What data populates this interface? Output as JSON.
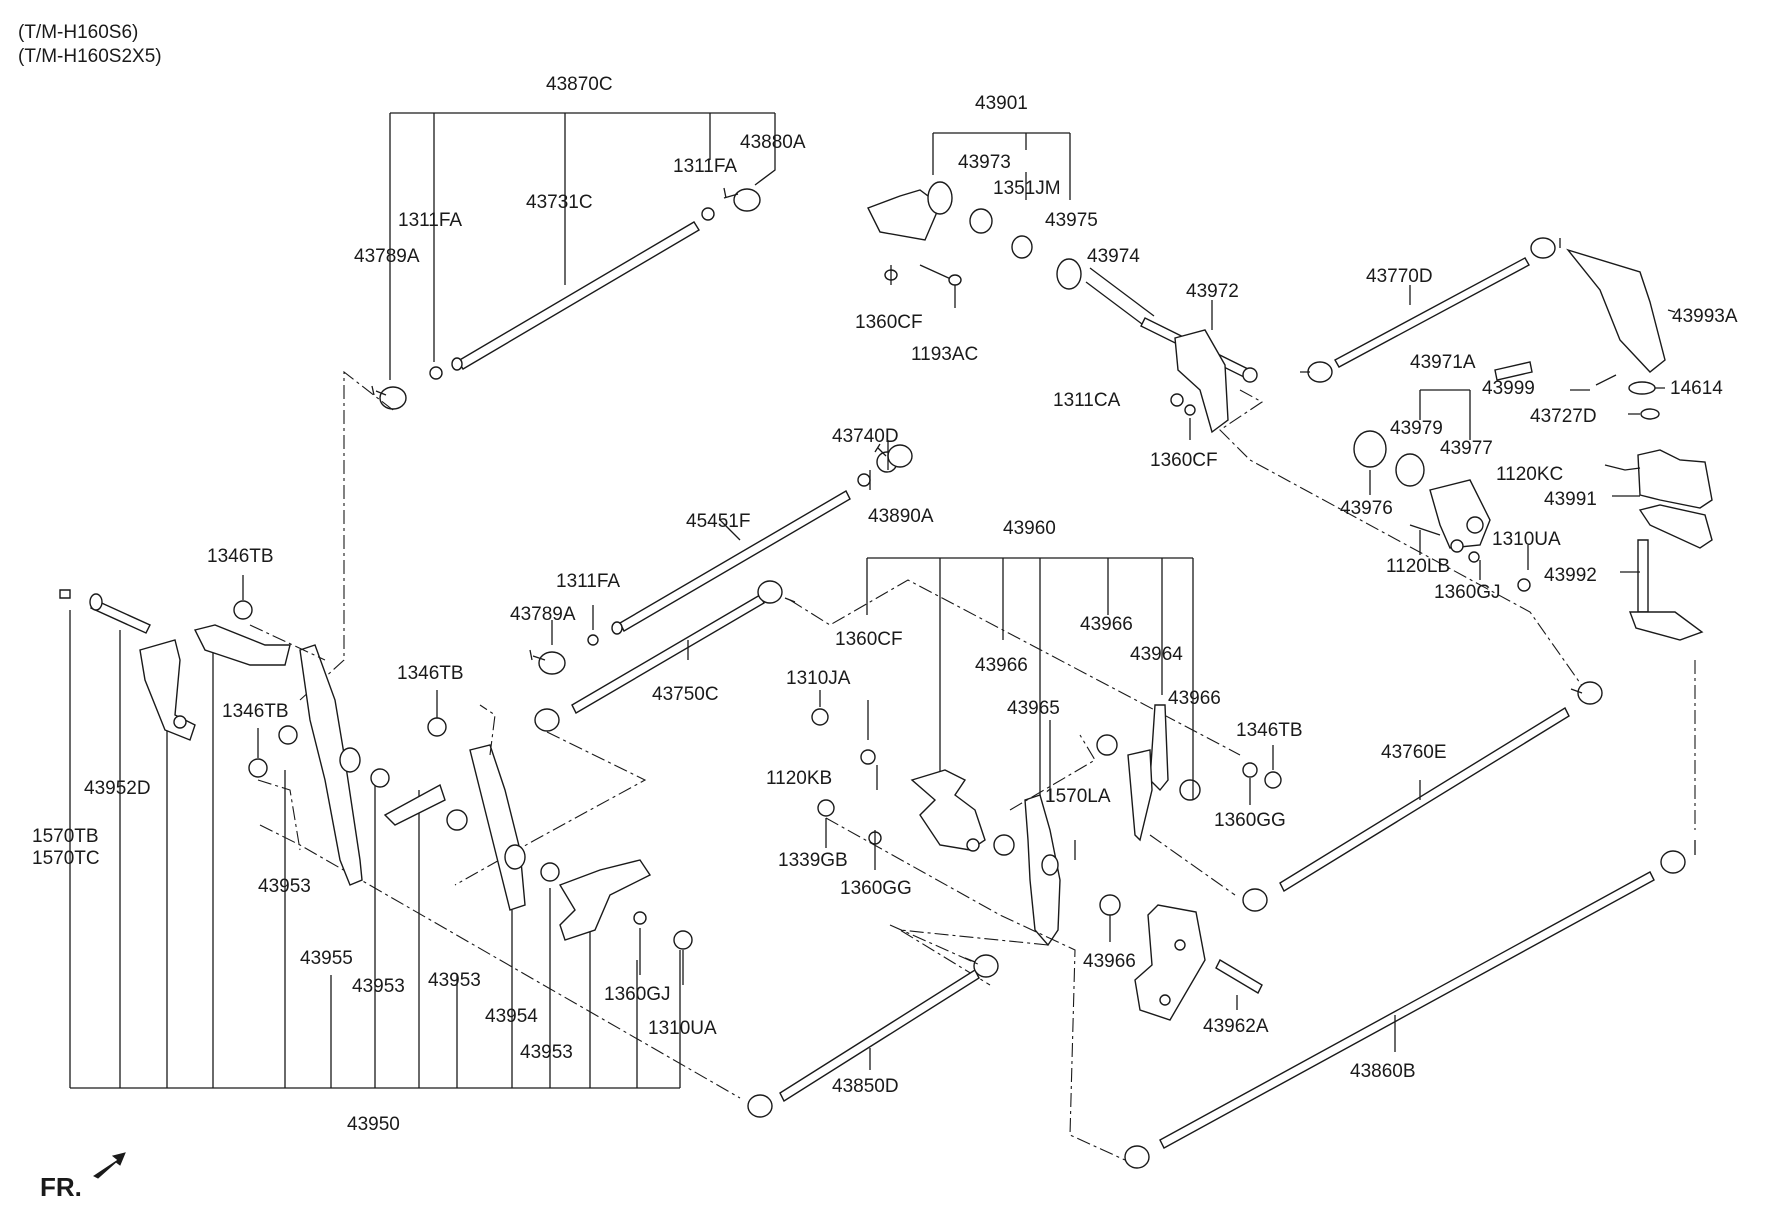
{
  "header": {
    "line1": "(T/M-H160S6)",
    "line2": "(T/M-H160S2X5)"
  },
  "direction": {
    "label": "FR."
  },
  "parts": {
    "p43870C": "43870C",
    "p43880A": "43880A",
    "p1311FA_a": "1311FA",
    "p1311FA_b": "1311FA",
    "p1311FA_c": "1311FA",
    "p43731C": "43731C",
    "p43789A_a": "43789A",
    "p43789A_b": "43789A",
    "p43901": "43901",
    "p43973": "43973",
    "p1351JM": "1351JM",
    "p43975": "43975",
    "p43974": "43974",
    "p1360CF_a": "1360CF",
    "p1360CF_b": "1360CF",
    "p1360CF_c": "1360CF",
    "p1193AC": "1193AC",
    "p43972": "43972",
    "p43770D": "43770D",
    "p43993A": "43993A",
    "p43971A": "43971A",
    "p43999": "43999",
    "p14614": "14614",
    "p43727D": "43727D",
    "p1311CA": "1311CA",
    "p43979": "43979",
    "p43977": "43977",
    "p1120KC": "1120KC",
    "p43991": "43991",
    "p43976": "43976",
    "p1310UA_a": "1310UA",
    "p1310UA_b": "1310UA",
    "p1120LB": "1120LB",
    "p1360GJ_a": "1360GJ",
    "p1360GJ_b": "1360GJ",
    "p43992": "43992",
    "p43740D": "43740D",
    "p43890A": "43890A",
    "p45451F": "45451F",
    "p43960": "43960",
    "p1346TB_a": "1346TB",
    "p1346TB_b": "1346TB",
    "p1346TB_c": "1346TB",
    "p1346TB_d": "1346TB",
    "p43750C": "43750C",
    "p1310JA": "1310JA",
    "p43966_a": "43966",
    "p43966_b": "43966",
    "p43966_c": "43966",
    "p43966_d": "43966",
    "p43964": "43964",
    "p43965": "43965",
    "p43760E": "43760E",
    "p1120KB": "1120KB",
    "p1570LA": "1570LA",
    "p1360GG_a": "1360GG",
    "p1360GG_b": "1360GG",
    "p1339GB": "1339GB",
    "p43952D": "43952D",
    "p1570TB": "1570TB",
    "p1570TC": "1570TC",
    "p43953_a": "43953",
    "p43953_b": "43953",
    "p43953_c": "43953",
    "p43953_d": "43953",
    "p43955": "43955",
    "p43954": "43954",
    "p43950": "43950",
    "p43850D": "43850D",
    "p43962A": "43962A",
    "p43860B": "43860B"
  }
}
